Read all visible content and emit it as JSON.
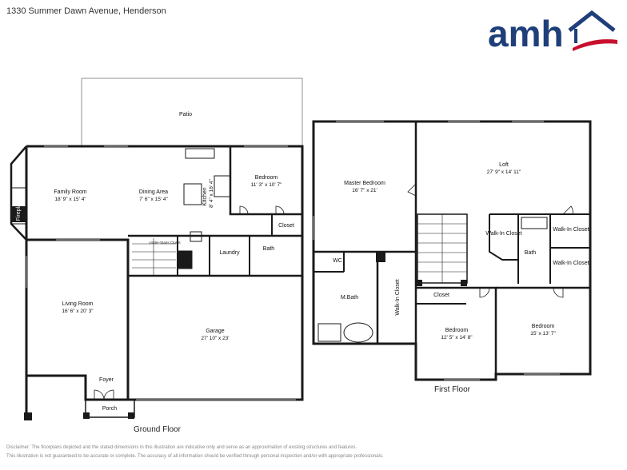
{
  "header": {
    "address": "1330 Summer Dawn Avenue, Henderson"
  },
  "brand": {
    "logo_text": "amh",
    "color_blue": "#1f3f7a",
    "color_red": "#c8102e"
  },
  "floors": {
    "ground": "Ground Floor",
    "first": "First Floor"
  },
  "rooms": {
    "patio": {
      "label": "Patio"
    },
    "family_room": {
      "label": "Family Room",
      "dim": "18' 9\" x 15' 4\""
    },
    "dining_area": {
      "label": "Dining Area",
      "dim": "7' 6\" x 15' 4\""
    },
    "kitchen": {
      "label": "Kitchen",
      "dim": "8' 4\" x 16' 4\""
    },
    "bedroom_ground": {
      "label": "Bedroom",
      "dim": "11' 3\" x 10' 7\""
    },
    "fireplace": {
      "label": "Fireplace"
    },
    "closet_ground": {
      "label": "Closet"
    },
    "under_stairs": {
      "label": "Under-Stairs Closet"
    },
    "laundry": {
      "label": "Laundry"
    },
    "bath_ground": {
      "label": "Bath"
    },
    "living_room": {
      "label": "Living Room",
      "dim": "16' 6\" x 20' 3\""
    },
    "garage": {
      "label": "Garage",
      "dim": "27' 10\" x 23'"
    },
    "foyer": {
      "label": "Foyer"
    },
    "porch": {
      "label": "Porch"
    },
    "master_bedroom": {
      "label": "Master Bedroom",
      "dim": "16' 7\" x 21'"
    },
    "loft": {
      "label": "Loft",
      "dim": "27' 9\" x 14' 11\""
    },
    "wc": {
      "label": "WC"
    },
    "mbath": {
      "label": "M.Bath"
    },
    "walkin_master": {
      "label": "Walk-In Closet"
    },
    "walkin_1": {
      "label": "Walk-In Closet"
    },
    "walkin_2": {
      "label": "Walk-In Closet"
    },
    "walkin_3": {
      "label": "Walk-In Closet"
    },
    "bath_first": {
      "label": "Bath"
    },
    "closet_first": {
      "label": "Closet"
    },
    "bedroom_2": {
      "label": "Bedroom",
      "dim": "12' 5\" x 14' 8\""
    },
    "bedroom_3": {
      "label": "Bedroom",
      "dim": "15' x 13' 7\""
    }
  },
  "disclaimer": {
    "line1": "Disclaimer: The floorplans depicted and the stated dimensions in this illustration are indicative only and serve as an approximation of existing structures and features.",
    "line2": "This illustration is not guaranteed to be accurate or complete. The accuracy of all information should be verified through personal inspection and/or with appropriate professionals."
  }
}
